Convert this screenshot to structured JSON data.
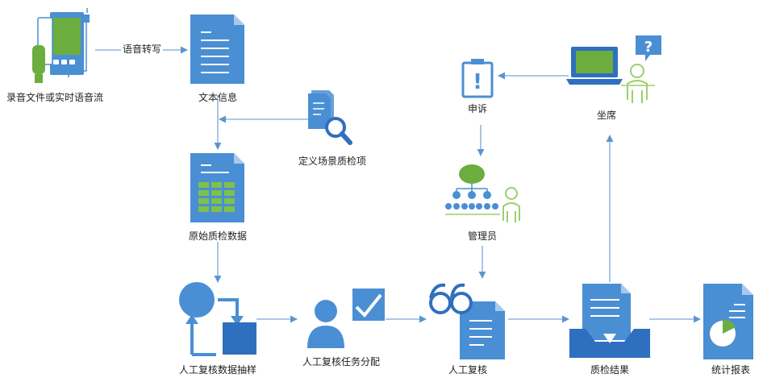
{
  "nodes": {
    "recorder": "录音文件或实时语音流",
    "text_info": "文本信息",
    "define_items": "定义场景质检项",
    "raw_data": "原始质检数据",
    "sampling": "人工复核数据抽样",
    "assign": "人工复核任务分配",
    "review": "人工复核",
    "results": "质检结果",
    "report": "统计报表",
    "appeal": "申诉",
    "agent": "坐席",
    "manager": "管理员"
  },
  "edges": {
    "voice_to_text": "语音转写"
  },
  "colors": {
    "blue": "#4a8fd4",
    "dark_blue": "#2f6fbf",
    "green": "#6cad3f",
    "light_green": "#9ccf6f",
    "arrow": "#5b95d0",
    "question_mark": "?",
    "appeal_mark": "!"
  }
}
